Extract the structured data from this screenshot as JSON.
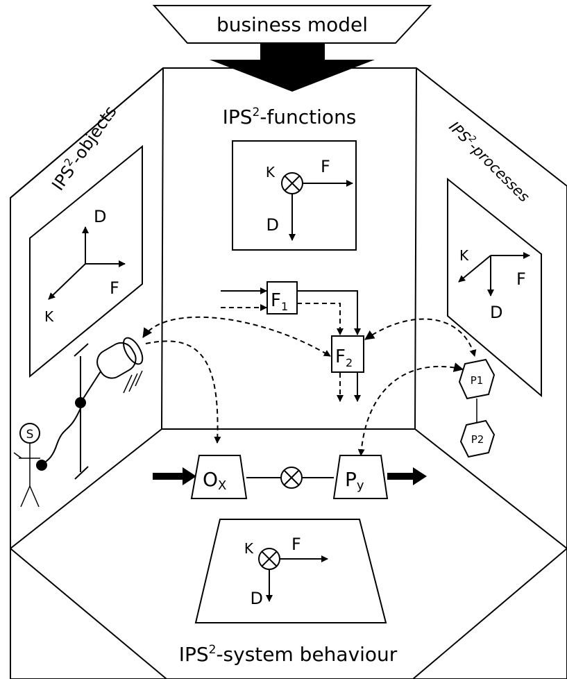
{
  "header": {
    "business_model": "business model"
  },
  "walls": {
    "functions": {
      "base": "IPS",
      "sup": "2",
      "rest": "-functions"
    },
    "objects": {
      "base": "IPS",
      "sup": "2",
      "rest": "-objects"
    },
    "processes": {
      "base": "IPS",
      "sup": "2",
      "rest": "-processes"
    },
    "behaviour": {
      "base": "IPS",
      "sup": "2",
      "rest": "-system behaviour"
    }
  },
  "axes": {
    "k": "K",
    "f": "F",
    "d": "D"
  },
  "function_blocks": {
    "f1": {
      "base": "F",
      "sub": "1"
    },
    "f2": {
      "base": "F",
      "sub": "2"
    }
  },
  "processes": {
    "p1": "P1",
    "p2": "P2"
  },
  "stick_figure": {
    "label": "S"
  },
  "flow": {
    "ox": {
      "base": "O",
      "sub": "X"
    },
    "py": {
      "base": "P",
      "sub": "y"
    }
  }
}
